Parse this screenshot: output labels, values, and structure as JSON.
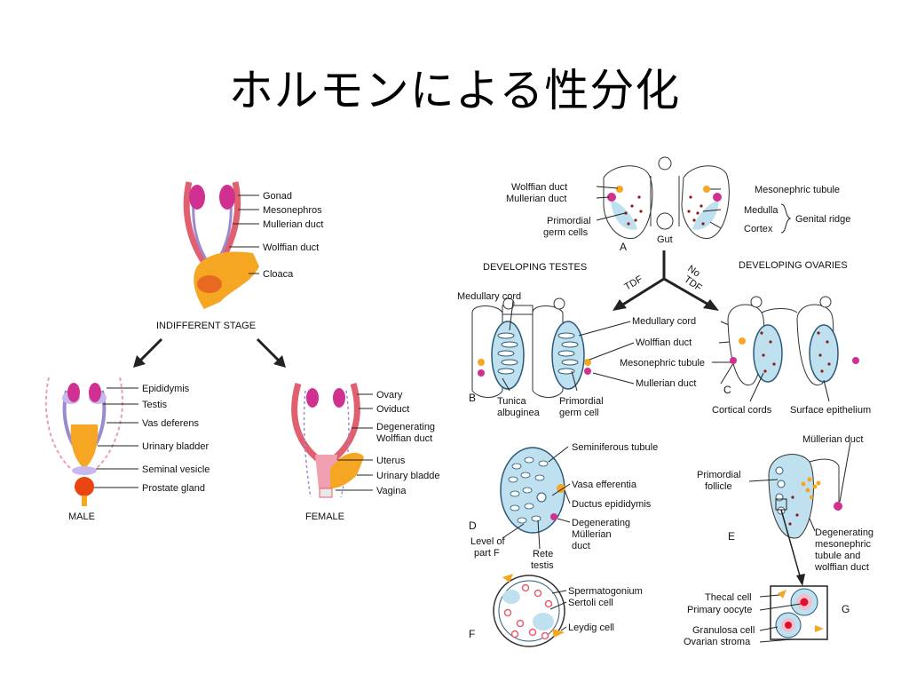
{
  "title": "ホルモンによる性分化",
  "left": {
    "indifferent": {
      "labels": [
        "Gonad",
        "Mesonephros",
        "Mullerian duct",
        "Wolffian duct",
        "Cloaca"
      ],
      "stage": "INDIFFERENT STAGE"
    },
    "male": {
      "labels": [
        "Epididymis",
        "Testis",
        "Vas deferens",
        "Urinary bladder",
        "Seminal vesicle",
        "Prostate gland"
      ],
      "caption": "MALE"
    },
    "female": {
      "labels": [
        "Ovary",
        "Oviduct",
        "Degenerating",
        "Wolffian duct",
        "Uterus",
        "Urinary bladde",
        "Vagina"
      ],
      "caption": "FEMALE"
    }
  },
  "right": {
    "A": {
      "letter": "A",
      "left_labels": [
        "Wolffian duct",
        "Mullerian duct",
        "Primordial",
        "germ cells"
      ],
      "right_labels": [
        "Mesonephric tubule",
        "Medulla",
        "Cortex"
      ],
      "genital_ridge": "Genital ridge",
      "gut": "Gut"
    },
    "branches": {
      "testes": "DEVELOPING TESTES",
      "ovaries": "DEVELOPING OVARIES",
      "tdf": "TDF",
      "no_tdf_1": "No",
      "no_tdf_2": "TDF"
    },
    "B": {
      "letter": "B",
      "labels": [
        "Medullary cord",
        "Tunica",
        "albuginea",
        "Primordial",
        "germ cell"
      ]
    },
    "middle": [
      "Medullary cord",
      "Wolffian duct",
      "Mesonephric tubule",
      "Mullerian duct"
    ],
    "C": {
      "letter": "C",
      "labels": [
        "Cortical cords",
        "Surface epithelium"
      ]
    },
    "D": {
      "letter": "D",
      "labels": [
        "Seminiferous tubule",
        "Vasa efferentia",
        "Ductus epididymis",
        "Degenerating",
        "Müllerian",
        "duct",
        "Level of",
        "part F",
        "Rete",
        "testis"
      ]
    },
    "E": {
      "letter": "E",
      "labels": [
        "Müllerian duct",
        "Primordial",
        "follicle",
        "Degenerating",
        "mesonephric",
        "tubule and",
        "wolffian duct"
      ]
    },
    "F": {
      "letter": "F",
      "labels": [
        "Spermatogonium",
        "Sertoli cell",
        "Leydig cell"
      ]
    },
    "G": {
      "letter": "G",
      "labels": [
        "Thecal cell",
        "Primary oocyte",
        "Granulosa cell",
        "Ovarian stroma"
      ]
    }
  },
  "colors": {
    "duct_red": "#e06070",
    "duct_purple": "#9a8ad0",
    "orange": "#f5a623",
    "gonad_magenta": "#d03090",
    "tissue_blue": "#bfe0ee",
    "dot_red": "#8b1a1a"
  }
}
